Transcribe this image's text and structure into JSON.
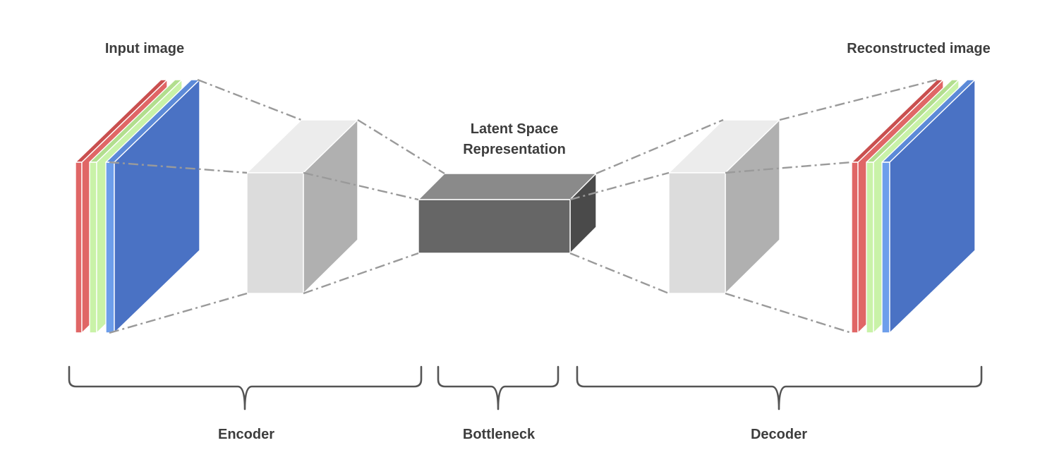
{
  "labels": {
    "input_image": "Input image",
    "reconstructed_image": "Reconstructed image",
    "latent_line1": "Latent Space",
    "latent_line2": "Representation",
    "encoder": "Encoder",
    "bottleneck": "Bottleneck",
    "decoder": "Decoder"
  },
  "colors": {
    "channel_red": "#e06666",
    "channel_green": "#c9f2a8",
    "channel_blue_light": "#6d9eeb",
    "channel_blue": "#4a72c4",
    "feature_block_front": "#dcdcdc",
    "feature_block_side": "#b0b0b0",
    "latent_block_front": "#666666",
    "latent_block_top": "#8a8a8a",
    "latent_block_side": "#4a4a4a",
    "connector_lines": "#9a9a9a",
    "braces": "#555555",
    "label_text": "#3d3d3d"
  }
}
